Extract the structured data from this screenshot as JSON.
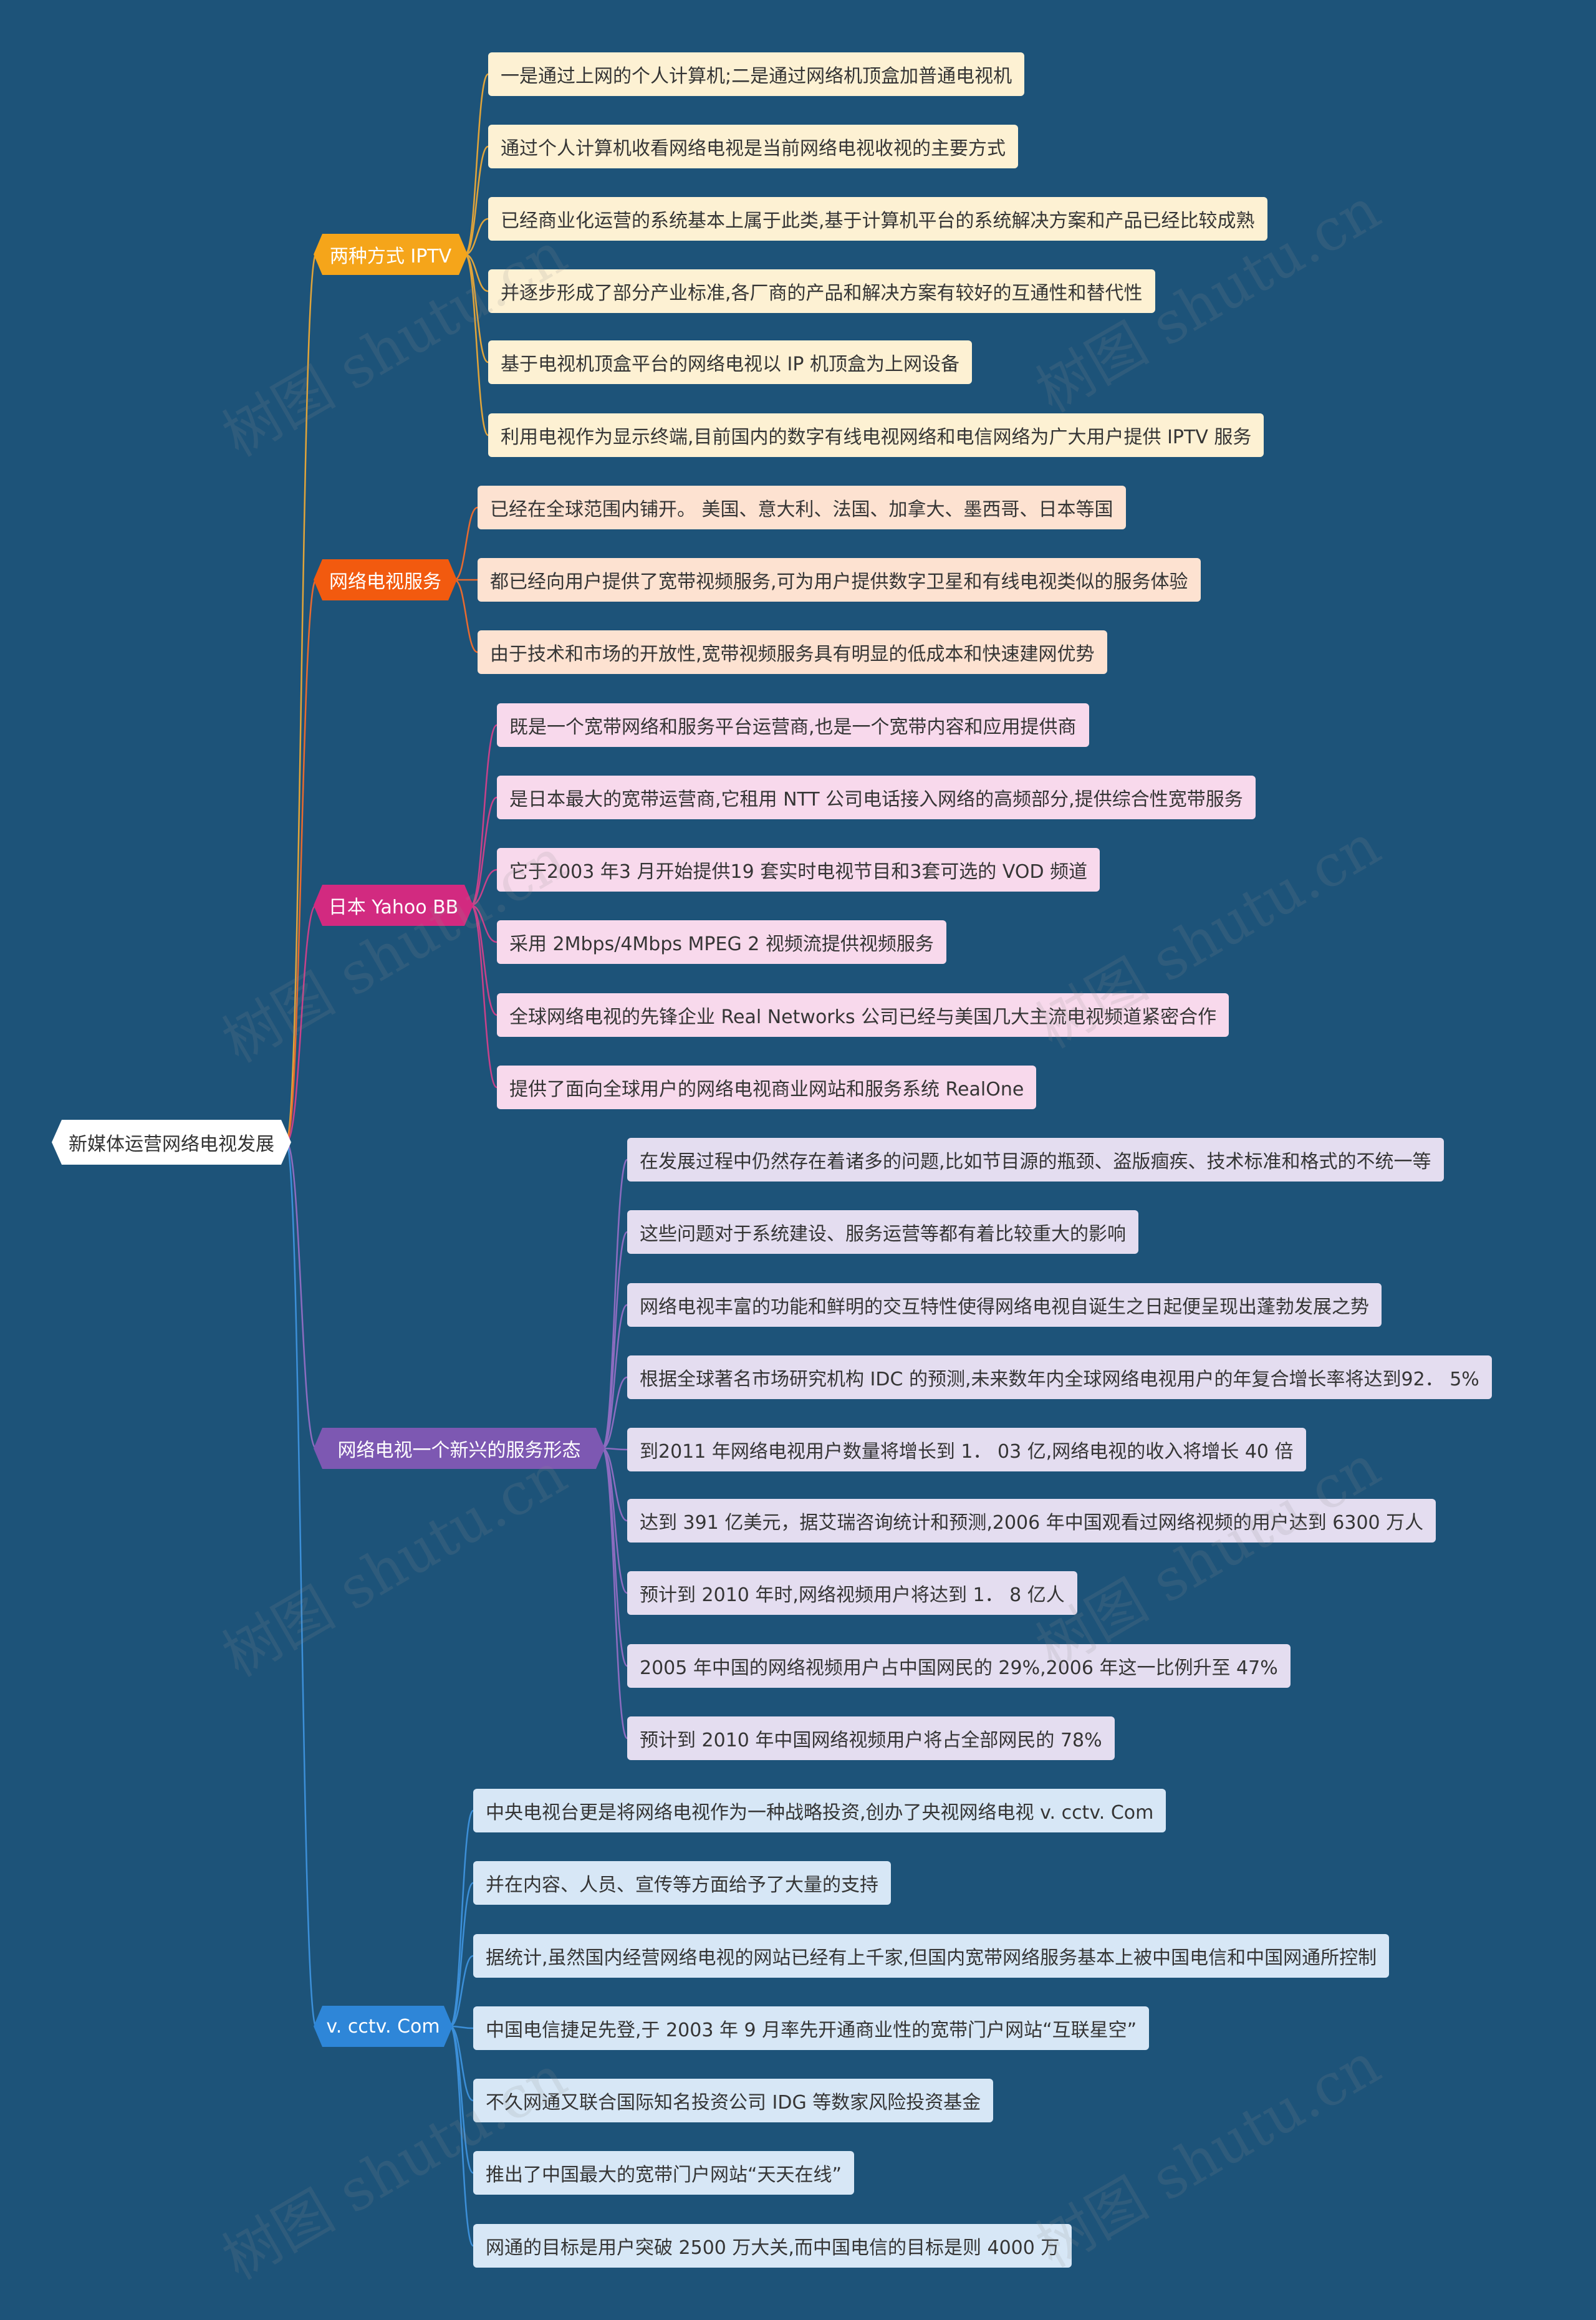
{
  "background": "#1d5379",
  "watermark": "树图 shutu.cn",
  "root": {
    "label": "新媒体运营网络电视发展"
  },
  "branches": [
    {
      "label": "两种方式 IPTV",
      "color": "#f5a51a",
      "leaf_color": "#fdf1d3",
      "line_color": "#e0a43a",
      "items": [
        "一是通过上网的个人计算机;二是通过网络机顶盒加普通电视机",
        "通过个人计算机收看网络电视是当前网络电视收视的主要方式",
        "已经商业化运营的系统基本上属于此类,基于计算机平台的系统解决方案和产品已经比较成熟",
        "并逐步形成了部分产业标准,各厂商的产品和解决方案有较好的互通性和替代性",
        "基于电视机顶盒平台的网络电视以 IP 机顶盒为上网设备",
        "利用电视作为显示终端,目前国内的数字有线电视网络和电信网络为广大用户提供 IPTV 服务"
      ]
    },
    {
      "label": "网络电视服务",
      "color": "#f25a0f",
      "leaf_color": "#fde2d1",
      "line_color": "#e86a2f",
      "items": [
        "已经在全球范围内铺开。 美国、意大利、法国、加拿大、墨西哥、日本等国",
        "都已经向用户提供了宽带视频服务,可为用户提供数字卫星和有线电视类似的服务体验",
        "由于技术和市场的开放性,宽带视频服务具有明显的低成本和快速建网优势"
      ]
    },
    {
      "label": "日本 Yahoo BB",
      "color": "#d22a80",
      "leaf_color": "#f8d9ec",
      "line_color": "#c8418a",
      "items": [
        "既是一个宽带网络和服务平台运营商,也是一个宽带内容和应用提供商",
        "是日本最大的宽带运营商,它租用 NTT 公司电话接入网络的高频部分,提供综合性宽带服务",
        "它于2003 年3 月开始提供19 套实时电视节目和3套可选的 VOD 频道",
        "采用 2Mbps/4Mbps MPEG 2 视频流提供视频服务",
        "全球网络电视的先锋企业 Real Networks 公司已经与美国几大主流电视频道紧密合作",
        "提供了面向全球用户的网络电视商业网站和服务系统 RealOne"
      ]
    },
    {
      "label": "网络电视一个新兴的服务形态",
      "color": "#7d58b2",
      "leaf_color": "#e4ddf0",
      "line_color": "#8c6cc0",
      "items": [
        "在发展过程中仍然存在着诸多的问题,比如节目源的瓶颈、盗版痼疾、技术标准和格式的不统一等",
        "这些问题对于系统建设、服务运营等都有着比较重大的影响",
        "网络电视丰富的功能和鲜明的交互特性使得网络电视自诞生之日起便呈现出蓬勃发展之势",
        "根据全球著名市场研究机构 IDC 的预测,未来数年内全球网络电视用户的年复合增长率将达到92． 5%",
        "到2011 年网络电视用户数量将增长到 1． 03 亿,网络电视的收入将增长 40 倍",
        "达到 391 亿美元，据艾瑞咨询统计和预测,2006 年中国观看过网络视频的用户达到 6300 万人",
        "预计到 2010 年时,网络视频用户将达到 1． 8 亿人",
        "2005 年中国的网络视频用户占中国网民的 29%,2006 年这一比例升至 47%",
        "预计到 2010 年中国网络视频用户将占全部网民的 78%"
      ]
    },
    {
      "label": "v. cctv. Com",
      "color": "#2e86d8",
      "leaf_color": "#d7e7f6",
      "line_color": "#3c8fd8",
      "items": [
        "中央电视台更是将网络电视作为一种战略投资,创办了央视网络电视 v. cctv. Com",
        "并在内容、人员、宣传等方面给予了大量的支持",
        "据统计,虽然国内经营网络电视的网站已经有上千家,但国内宽带网络服务基本上被中国电信和中国网通所控制",
        "中国电信捷足先登,于 2003 年 9 月率先开通商业性的宽带门户网站“互联星空”",
        "不久网通又联合国际知名投资公司 IDG 等数家风险投资基金",
        "推出了中国最大的宽带门户网站“天天在线”",
        "网通的目标是用户突破 2500 万大关,而中国电信的目标是则 4000 万"
      ]
    }
  ]
}
